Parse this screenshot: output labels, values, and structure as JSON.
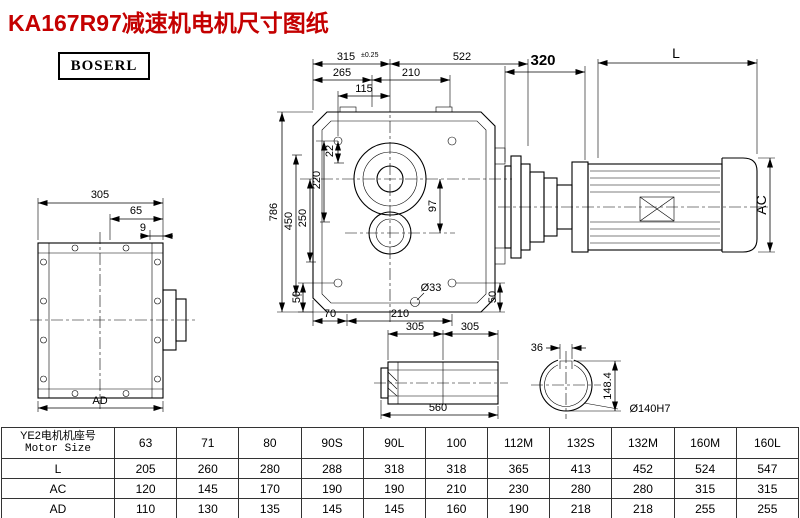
{
  "page": {
    "title": "KA167R97减速机电机尺寸图纸",
    "logo": "BOSERL"
  },
  "drawing": {
    "left_view": {
      "d305": "305",
      "d65": "65",
      "d9": "9",
      "dAD": "AD"
    },
    "front_view": {
      "d315": "315",
      "d315_tol": "±0.25",
      "d522": "522",
      "d265": "265",
      "d210_top": "210",
      "d115": "115",
      "d22": "22",
      "d220": "220",
      "d250": "250",
      "d450": "450",
      "d786": "786",
      "d97": "97",
      "d50_left": "50",
      "d70": "70",
      "d210_bottom": "210",
      "d33": "Ø33",
      "d50_right": "50"
    },
    "motor_view": {
      "d320": "320",
      "dL": "L",
      "dAC": "AC"
    },
    "shaft_view": {
      "d305_left": "305",
      "d305_right": "305",
      "d560": "560"
    },
    "shaft_end_view": {
      "d36": "36",
      "d148": "148.4",
      "d140": "Ø140H7"
    }
  },
  "table": {
    "header_cn": "YE2电机机座号",
    "header_en": "Motor Size",
    "sizes": [
      "63",
      "71",
      "80",
      "90S",
      "90L",
      "100",
      "112M",
      "132S",
      "132M",
      "160M",
      "160L"
    ],
    "rows": [
      {
        "label": "L",
        "values": [
          "205",
          "260",
          "280",
          "288",
          "318",
          "318",
          "365",
          "413",
          "452",
          "524",
          "547"
        ]
      },
      {
        "label": "AC",
        "values": [
          "120",
          "145",
          "170",
          "190",
          "190",
          "210",
          "230",
          "280",
          "280",
          "315",
          "315"
        ]
      },
      {
        "label": "AD",
        "values": [
          "110",
          "130",
          "135",
          "145",
          "145",
          "160",
          "190",
          "218",
          "218",
          "255",
          "255"
        ]
      }
    ]
  }
}
